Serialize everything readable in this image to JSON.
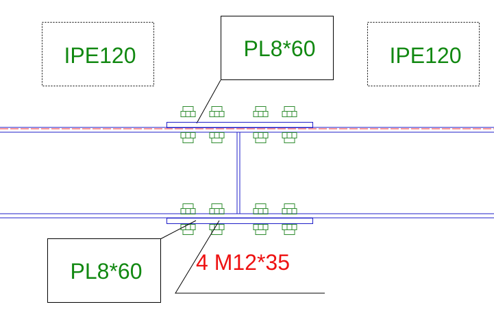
{
  "labels": {
    "section_left": "IPE120",
    "section_right": "IPE120",
    "plate_top": "PL8*60",
    "plate_bottom": "PL8*60",
    "bolts": "4 M12*35"
  },
  "colors": {
    "background": "#ffffff",
    "beam_outline": "#1c1cc8",
    "centerline": "#ff3333",
    "bolt": "#2e8b2e",
    "label_green": "#118811",
    "label_red": "#ee1111",
    "frame": "#000000"
  }
}
